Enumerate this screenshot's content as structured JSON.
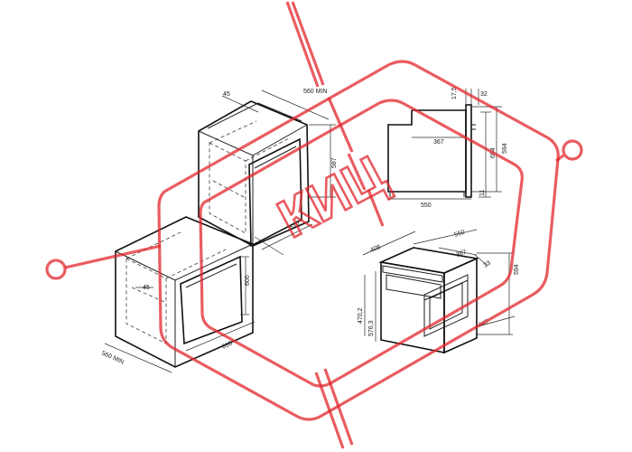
{
  "labels": {
    "col_depth_min": "560 MIN",
    "col_gap": "45",
    "col_height": "587",
    "col_width": "610",
    "base_gap": "45",
    "base_height": "600",
    "base_width": "610",
    "base_depth_min": "560 MIN",
    "side_top_a": "17,5",
    "side_top_b": "32",
    "side_body_depth": "367",
    "side_height_a": "594",
    "side_height_b": "654",
    "side_foot": "11",
    "side_depth": "550",
    "iso_width_a": "408",
    "iso_width_b": "550",
    "iso_depth_a": "367",
    "iso_depth_b": "33",
    "iso_height": "594",
    "iso_front_a": "470,2",
    "iso_front_b": "576,3",
    "iso_bottom": "447"
  },
  "watermark": {
    "text": "КИЦ",
    "color": "#e2252b"
  }
}
